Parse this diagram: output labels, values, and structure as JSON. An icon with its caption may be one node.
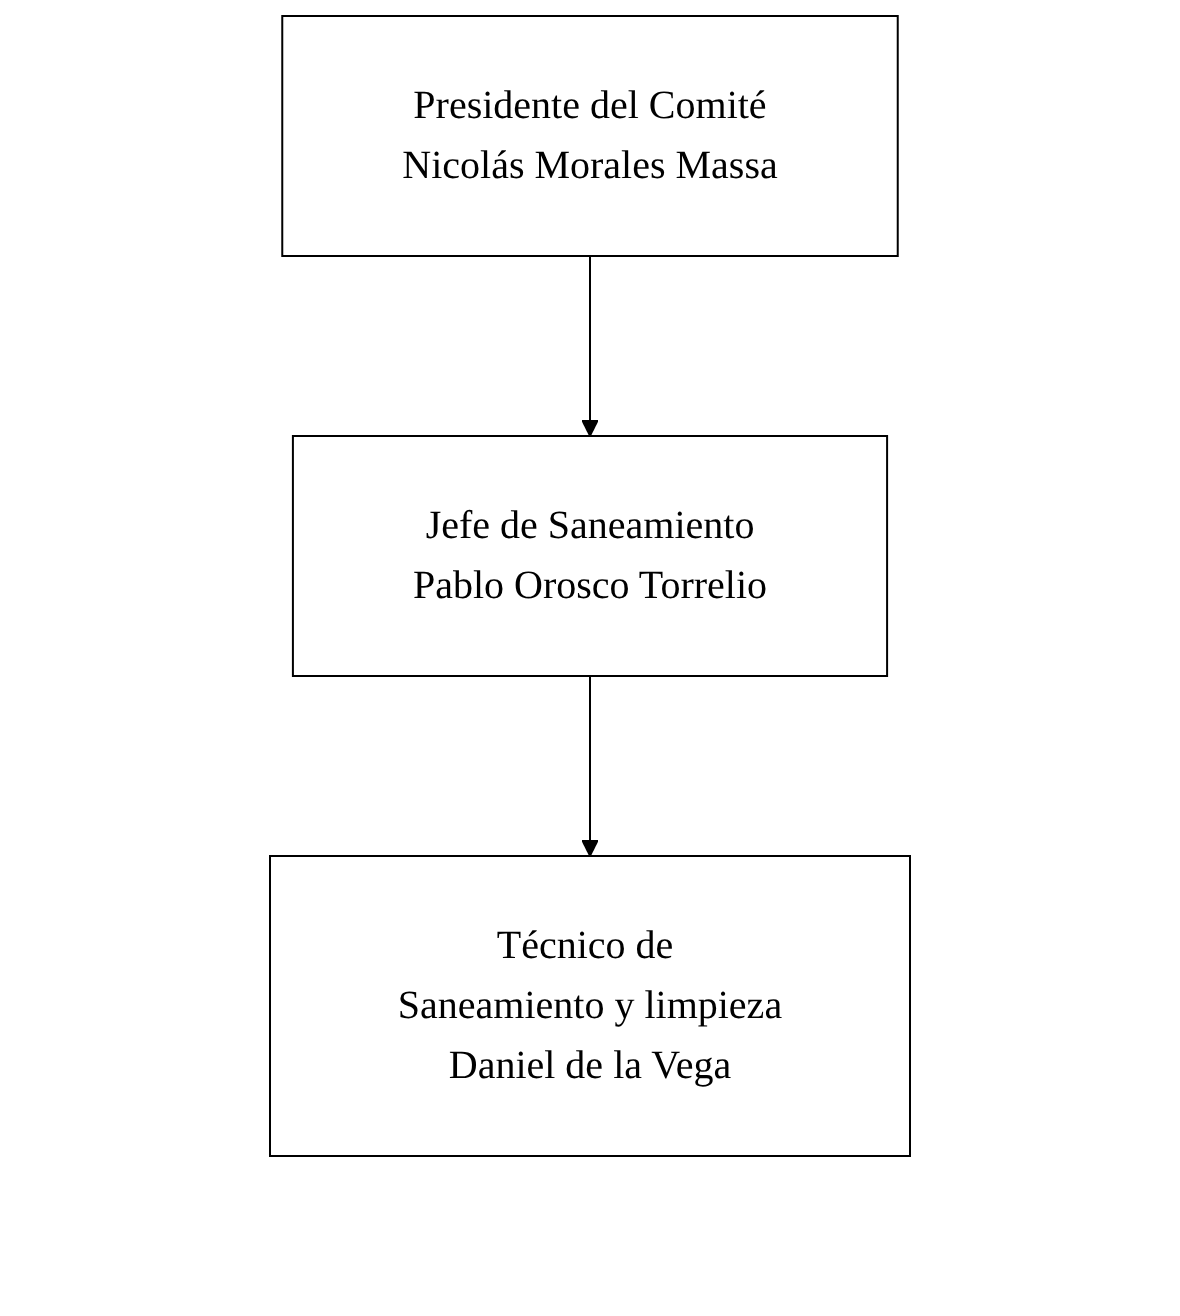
{
  "diagram": {
    "nodes": [
      {
        "text": [
          "Presidente del Comité",
          "Nicolás Morales Massa"
        ]
      },
      {
        "text": [
          "Jefe de Saneamiento",
          "Pablo Orosco Torrelio"
        ]
      },
      {
        "text": [
          "Técnico de Saneamiento y limpieza",
          "Daniel de la Vega"
        ]
      }
    ],
    "edges": [
      {
        "from": 0,
        "to": 1,
        "arrow": "to"
      },
      {
        "from": 1,
        "to": 2,
        "arrow": "to"
      }
    ]
  }
}
